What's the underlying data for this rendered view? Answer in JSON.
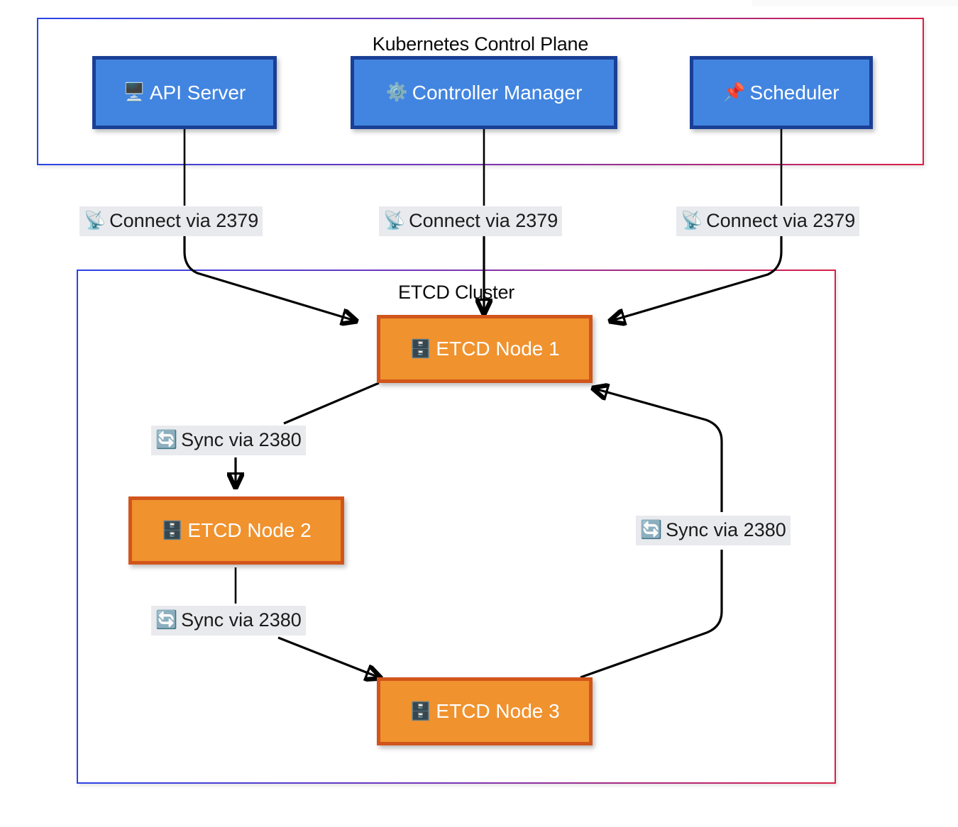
{
  "diagram": {
    "title_control_plane": "Kubernetes Control Plane",
    "title_etcd_cluster": "ETCD Cluster",
    "groups": [
      {
        "id": "control-plane",
        "label": "Kubernetes Control Plane",
        "border_start_color": "#2b44e8",
        "border_end_color": "#d91f46"
      },
      {
        "id": "etcd-cluster",
        "label": "ETCD Cluster",
        "border_start_color": "#2b44e8",
        "border_end_color": "#d91f46"
      }
    ],
    "control_plane_nodes": [
      {
        "id": "api-server",
        "icon": "desktop-computer-icon",
        "glyph": "🖥️",
        "label": "API Server",
        "fill": "#4285e0",
        "stroke": "#1a3f96"
      },
      {
        "id": "controller-manager",
        "icon": "gear-icon",
        "glyph": "⚙️",
        "label": "Controller Manager",
        "fill": "#4285e0",
        "stroke": "#1a3f96"
      },
      {
        "id": "scheduler",
        "icon": "pushpin-icon",
        "glyph": "📌",
        "label": "Scheduler",
        "fill": "#4285e0",
        "stroke": "#1a3f96"
      }
    ],
    "etcd_nodes": [
      {
        "id": "etcd-node-1",
        "icon": "file-cabinet-icon",
        "glyph": "🗄️",
        "label": "ETCD Node 1",
        "fill": "#f0922e",
        "stroke": "#d1551a"
      },
      {
        "id": "etcd-node-2",
        "icon": "file-cabinet-icon",
        "glyph": "🗄️",
        "label": "ETCD Node 2",
        "fill": "#f0922e",
        "stroke": "#d1551a"
      },
      {
        "id": "etcd-node-3",
        "icon": "file-cabinet-icon",
        "glyph": "🗄️",
        "label": "ETCD Node 3",
        "fill": "#f0922e",
        "stroke": "#d1551a"
      }
    ],
    "edge_labels": [
      {
        "id": "connect-1",
        "icon": "satellite-antenna-icon",
        "glyph": "📡",
        "label": "Connect via 2379",
        "from": "api-server",
        "to": "etcd-node-1"
      },
      {
        "id": "connect-2",
        "icon": "satellite-antenna-icon",
        "glyph": "📡",
        "label": "Connect via 2379",
        "from": "controller-manager",
        "to": "etcd-node-1"
      },
      {
        "id": "connect-3",
        "icon": "satellite-antenna-icon",
        "glyph": "📡",
        "label": "Connect via 2379",
        "from": "scheduler",
        "to": "etcd-node-1"
      },
      {
        "id": "sync-1",
        "icon": "counterclockwise-arrows-icon",
        "glyph": "🔄",
        "label": "Sync via 2380",
        "from": "etcd-node-1",
        "to": "etcd-node-2"
      },
      {
        "id": "sync-2",
        "icon": "counterclockwise-arrows-icon",
        "glyph": "🔄",
        "label": "Sync via 2380",
        "from": "etcd-node-2",
        "to": "etcd-node-3"
      },
      {
        "id": "sync-3",
        "icon": "counterclockwise-arrows-icon",
        "glyph": "🔄",
        "label": "Sync via 2380",
        "from": "etcd-node-3",
        "to": "etcd-node-1"
      }
    ],
    "ports": {
      "client": "2379",
      "peer": "2380"
    }
  }
}
